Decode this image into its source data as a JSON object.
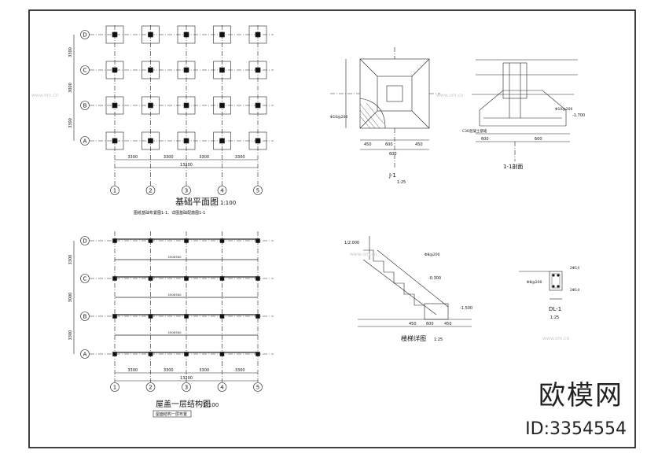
{
  "plan1": {
    "title": "基础平面图",
    "scale": "1:100",
    "note": "图纸基础布置图1-1、详图基础配筋图1-1",
    "grid_rows": [
      "D",
      "C",
      "B",
      "A"
    ],
    "grid_cols": [
      "1",
      "2",
      "3",
      "4",
      "5"
    ],
    "row_dims": [
      "3300",
      "3000",
      "3300"
    ],
    "col_dims": [
      "3300",
      "3300",
      "3300",
      "3300"
    ],
    "total_dim": "13200"
  },
  "plan2": {
    "title": "屋盖一层结构图",
    "scale": "1:100",
    "note": "屋面结构一层布置",
    "grid_rows": [
      "D",
      "C",
      "B",
      "A"
    ],
    "grid_cols": [
      "1",
      "2",
      "3",
      "4",
      "5"
    ],
    "row_dims": [
      "3300",
      "3000",
      "3300"
    ],
    "col_dims": [
      "3300",
      "3300",
      "3300",
      "3300"
    ],
    "total_dim": "13200",
    "beam_label": "250X500"
  },
  "footing_detail": {
    "label": "J-1",
    "scale": "1:25",
    "dims": [
      "450",
      "600",
      "450",
      "600"
    ],
    "rebar": "Φ10@200"
  },
  "section_detail": {
    "title": "1-1剖面",
    "dims": [
      "600",
      "600"
    ],
    "elev": "-1.700",
    "rebar": "Φ10@200",
    "base": "C30混凝土基础"
  },
  "stair_detail": {
    "title": "楼梯详图",
    "scale": "1:25",
    "slope": "1/2.000",
    "elevs": [
      "-0.300",
      "-1.500"
    ],
    "dims": [
      "450",
      "600",
      "450"
    ],
    "rebar": "Φ8@200"
  },
  "beam_detail": {
    "title": "DL-1",
    "scale": "1:25",
    "rebar_top": "2Φ14",
    "rebar_bottom": "2Φ14",
    "stirrup": "Φ8@200"
  },
  "watermark": {
    "brand": "欧模网",
    "url": "www.om.cn",
    "id": "ID:3354554"
  }
}
